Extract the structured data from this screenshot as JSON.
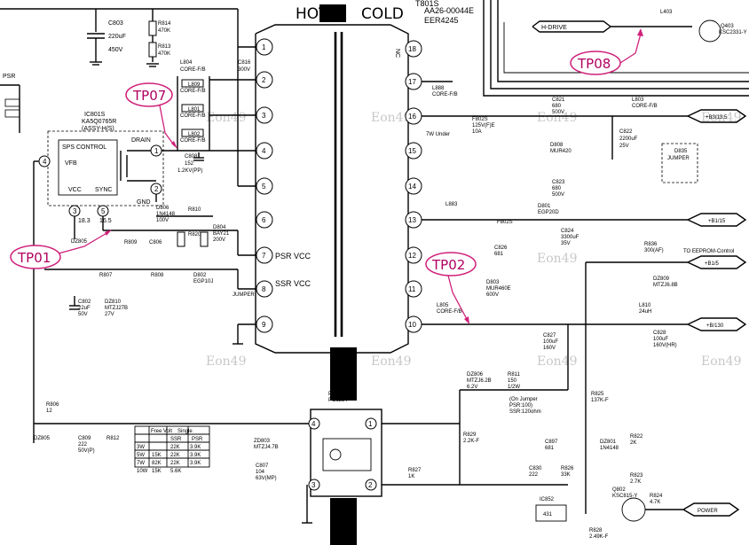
{
  "transformer": {
    "hot_label": "HOT",
    "cold_label": "COLD",
    "part": "T801S",
    "part_no": "AA26-00044E",
    "code": "EER4245",
    "nc_label": "NC",
    "left_pins": [
      "1",
      "2",
      "3",
      "4",
      "5",
      "6",
      "7",
      "8",
      "9"
    ],
    "right_pins": [
      "18",
      "17",
      "16",
      "15",
      "14",
      "13",
      "12",
      "11",
      "10"
    ],
    "psr_vcc": "PSR VCC",
    "ssr_vcc": "SSR VCC"
  },
  "ic": {
    "ref": "IC801S",
    "part": "KA5Q0765R",
    "assy": "(ASSY-H/S)",
    "block": "SPS CONTROL",
    "drain": "DRAIN",
    "vfb": "VFB",
    "vcc": "VCC",
    "sync": "SYNC",
    "gnd": "GND",
    "pins": [
      "1",
      "2",
      "3",
      "4",
      "5"
    ],
    "v1": "18.3",
    "v2": "16.5"
  },
  "test_points": [
    "TP01",
    "TP02",
    "TP07",
    "TP08"
  ],
  "net_labels": {
    "h_drive": "H-DRIVE",
    "b33": "+B3/13.5",
    "b1": "+B1/15",
    "b5": "+B1/5",
    "b130": "+B/130",
    "power": "POWER",
    "eeprom": "TO EEPROM-Control"
  },
  "components": {
    "c803": "C803",
    "c803v": "220uF",
    "c803vv": "450V",
    "r814": "R814",
    "r814v": "470K",
    "r813": "R813",
    "r813v": "470K",
    "c816": "C816",
    "c816v": "300V",
    "l804": "L804",
    "core": "CORE-F/B",
    "l809": "L809",
    "l801": "L801",
    "l802": "L802",
    "c808": "C808",
    "c808v": "152",
    "c808vv": "1.2KV(PP)",
    "d806": "D806",
    "d806v": "1N4148",
    "d806vv": "100V",
    "r810": "R810",
    "c806": "C806",
    "r820": "R820",
    "d804": "D804",
    "d804v": "BAY21",
    "d804vv": "200V",
    "d805": "DZ805",
    "r809": "R809",
    "r807": "R807",
    "r808": "R808",
    "d802": "D802",
    "d802v": "EGP10J",
    "c802": "C802",
    "c802v": "22uF",
    "c802vv": "50V",
    "dz810": "DZ810",
    "dz810v": "MTZJ27B",
    "dz810vv": "27V",
    "jumper": "JUMPER",
    "psr": "PSR",
    "l403": "L403",
    "q403": "Q403",
    "q403v": "KSC2331-Y",
    "l888": "L888",
    "c821": "C821",
    "c821v": "680",
    "c821vv": "500V",
    "d808": "D808",
    "d808v": "MUR420",
    "l803": "L803",
    "c822": "C822",
    "c822v": "2200uF",
    "c822vv": "25V",
    "d835": "D835",
    "d835v": "JUMPER",
    "c823": "C823",
    "c823v": "680",
    "c823vv": "500V",
    "d801": "D801",
    "d801v": "EGP20D",
    "f802": "F802S",
    "f802v": "125V(F)E",
    "f802vv": "10A",
    "c824": "C824",
    "c824v": "3300uF",
    "c824vv": "35V",
    "r836": "R836",
    "r836v": "300(AF)",
    "dz809": "DZ809",
    "dz809v": "MTZJ6.8B",
    "c826": "C826",
    "c826v": "681",
    "d803": "D803",
    "d803v": "MUR460E",
    "d803vv": "600V",
    "l805": "L805",
    "c827": "C827",
    "c827v": "100uF",
    "c827vv": "160V",
    "l810": "L810",
    "l810v": "24uH",
    "c828": "C828",
    "c828v": "100uF",
    "c828vv": "160V(HR)",
    "pc801": "PC801S",
    "pc801v": "PC123Y",
    "dz806": "DZ806",
    "dz806v": "MTZJ6.2B",
    "dz806vv": "6.2V",
    "r811": "R811",
    "r811v": "150",
    "r811vv": "1/2W",
    "r806": "R806",
    "r806v": "12",
    "c809": "C809",
    "c809v": "222",
    "c809vv": "50V(P)",
    "r812": "R812",
    "zd803": "ZD803",
    "zd803v": "MTZJ4.7B",
    "c807": "C807",
    "c807v": "104",
    "c807vv": "63V(MP)",
    "r829": "R829",
    "r829v": "2.2K-F",
    "r827": "R827",
    "r827v": "1K",
    "c830": "C830",
    "c830v": "222",
    "r826": "R826",
    "r826v": "33K",
    "c897": "C897",
    "c897v": "681",
    "ic852": "IC852",
    "ic852v": "431",
    "r825": "R825",
    "r825v": "137K-F",
    "dz801": "DZ801",
    "dz801v": "1N4148",
    "r822": "R822",
    "r822v": "2K",
    "r823": "R823",
    "r823v": "2.7K",
    "q802": "Q802",
    "q802v": "KSC815-Y",
    "r824": "R824",
    "r824v": "4.7K",
    "r828": "R828",
    "r828v": "2.49K-F",
    "jumper_note": "(On Jumper",
    "jumper_note2": "PSR:100)",
    "jumper_note3": "SSR:120ohm",
    "underline_note": "7W Under",
    "l883": "L883"
  },
  "table": {
    "headers": [
      "",
      "Free Volt",
      "SSR",
      "PSR"
    ],
    "single_label": "Single",
    "rows": [
      [
        "3W",
        "",
        "22K",
        "3.9K"
      ],
      [
        "5W",
        "15K",
        "22K",
        "3.9K"
      ],
      [
        "7W",
        "82K",
        "22K",
        "3.9K"
      ],
      [
        "10W",
        "15K",
        "5.6K",
        ""
      ]
    ]
  },
  "watermark": "Eon49"
}
